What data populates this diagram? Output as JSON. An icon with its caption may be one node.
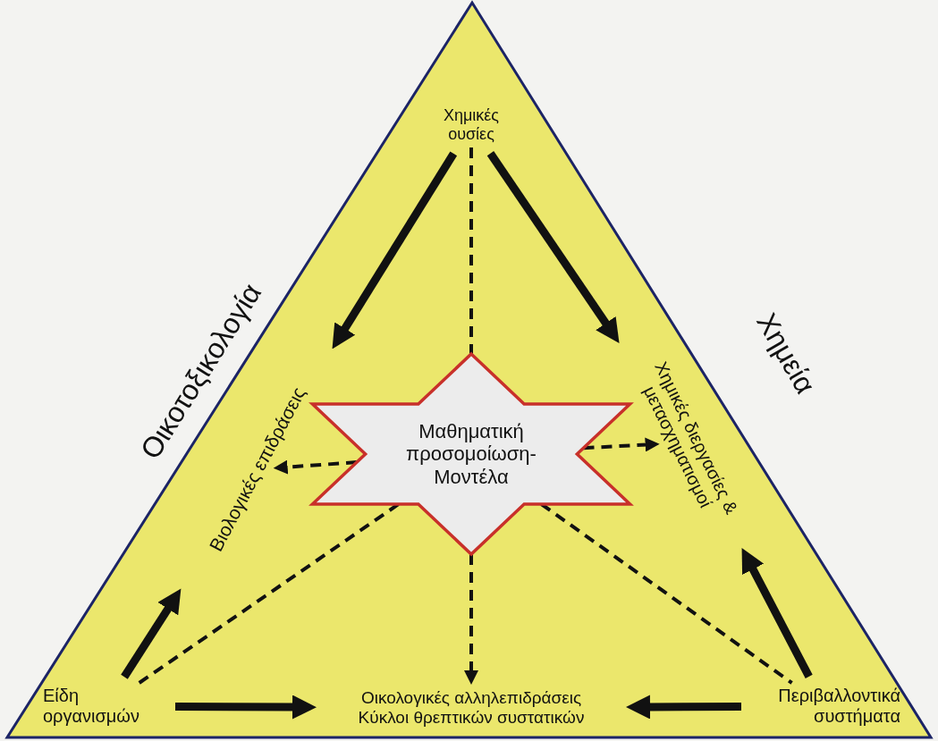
{
  "diagram": {
    "nodes": [
      {
        "text": [
          "Χημικές ουσίες"
        ]
      },
      {
        "text": [
          "Βιολογικές επιδράσεις"
        ]
      },
      {
        "text": [
          "Χημικές διεργασίες & μετασχηματισμοί"
        ]
      },
      {
        "text": [
          "Μαθηματική προσομοίωση- Μοντέλα"
        ]
      },
      {
        "text": [
          "Είδη οργανισμών"
        ]
      },
      {
        "text": [
          "Οικολογικές αλληλεπιδράσεις Κύκλοι θρεπτικών συστατικών"
        ]
      },
      {
        "text": [
          "Περιβαλλοντικά συστήματα"
        ]
      }
    ],
    "edges": [
      {
        "from": 0,
        "to": 1,
        "arrow": "to",
        "style": "thick"
      },
      {
        "from": 0,
        "to": 2,
        "arrow": "to",
        "style": "thick"
      },
      {
        "from": 0,
        "to": 3,
        "arrow": "none",
        "style": "dashed"
      },
      {
        "from": 3,
        "to": 1,
        "arrow": "to",
        "style": "dashed"
      },
      {
        "from": 3,
        "to": 2,
        "arrow": "to",
        "style": "dashed"
      },
      {
        "from": 4,
        "to": 3,
        "arrow": "none",
        "style": "dashed"
      },
      {
        "from": 3,
        "to": 5,
        "arrow": "to",
        "style": "dashed"
      },
      {
        "from": 3,
        "to": 6,
        "arrow": "none",
        "style": "dashed"
      },
      {
        "from": 4,
        "to": 1,
        "arrow": "to",
        "style": "thick"
      },
      {
        "from": 6,
        "to": 2,
        "arrow": "to",
        "style": "thick"
      },
      {
        "from": 4,
        "to": 5,
        "arrow": "to",
        "style": "thick"
      },
      {
        "from": 6,
        "to": 5,
        "arrow": "to",
        "style": "thick"
      }
    ],
    "labels": [
      "Οικοτοξικολογία",
      "Χημεία"
    ]
  }
}
